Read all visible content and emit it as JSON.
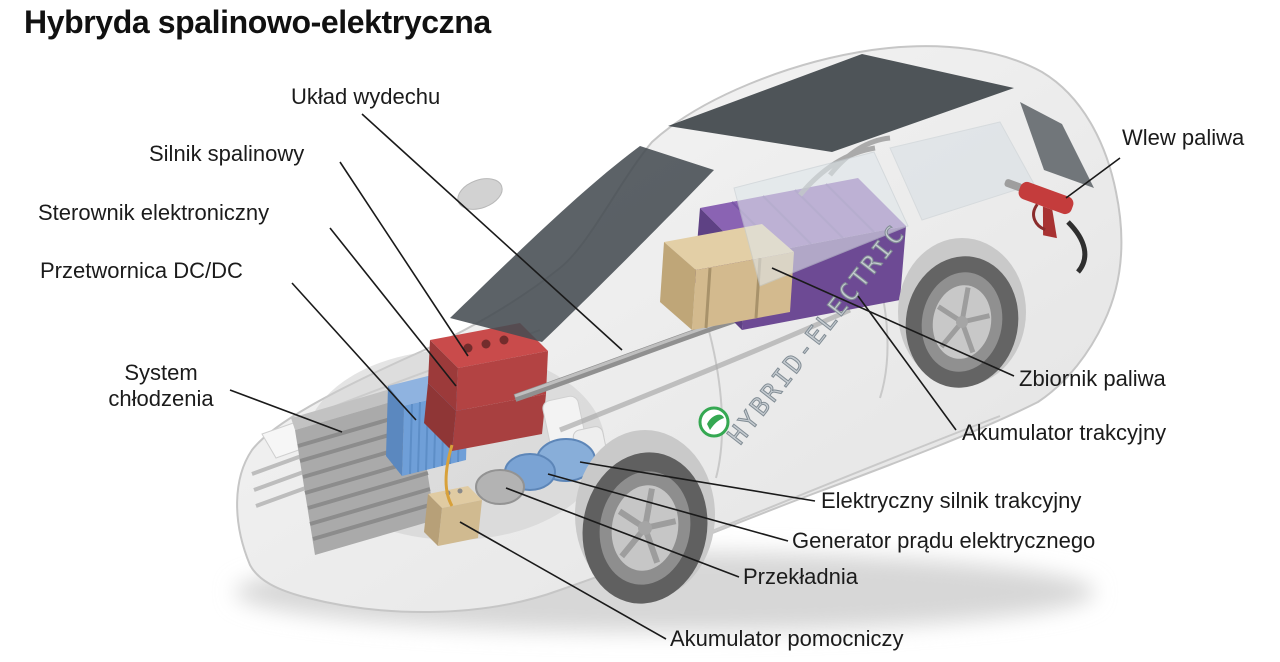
{
  "title": "Hybryda spalinowo-elektryczna",
  "car_brand_text": "HYBRID-ELECTRIC",
  "labels": {
    "exhaust_system": "Układ wydechu",
    "combustion_engine": "Silnik spalinowy",
    "electronic_controller": "Sterownik elektroniczny",
    "dc_dc_converter": "Przetwornica DC/DC",
    "cooling_system": "System chłodzenia",
    "fuel_filler": "Wlew paliwa",
    "fuel_tank": "Zbiornik paliwa",
    "traction_battery": "Akumulator trakcyjny",
    "electric_traction_motor": "Elektryczny silnik trakcyjny",
    "electric_generator": "Generator prądu elektrycznego",
    "transmission": "Przekładnia",
    "auxiliary_battery": "Akumulator pomocniczy"
  },
  "colors": {
    "engine_red": "#c94b4b",
    "traction_battery_purple": "#8a63b3",
    "converter_blue": "#6f9fd8",
    "fuel_tank_tan": "#d3ba8e",
    "eco_logo_green": "#35a852",
    "label_text": "#1b1b1b",
    "leader_line": "#1a1a1a"
  }
}
